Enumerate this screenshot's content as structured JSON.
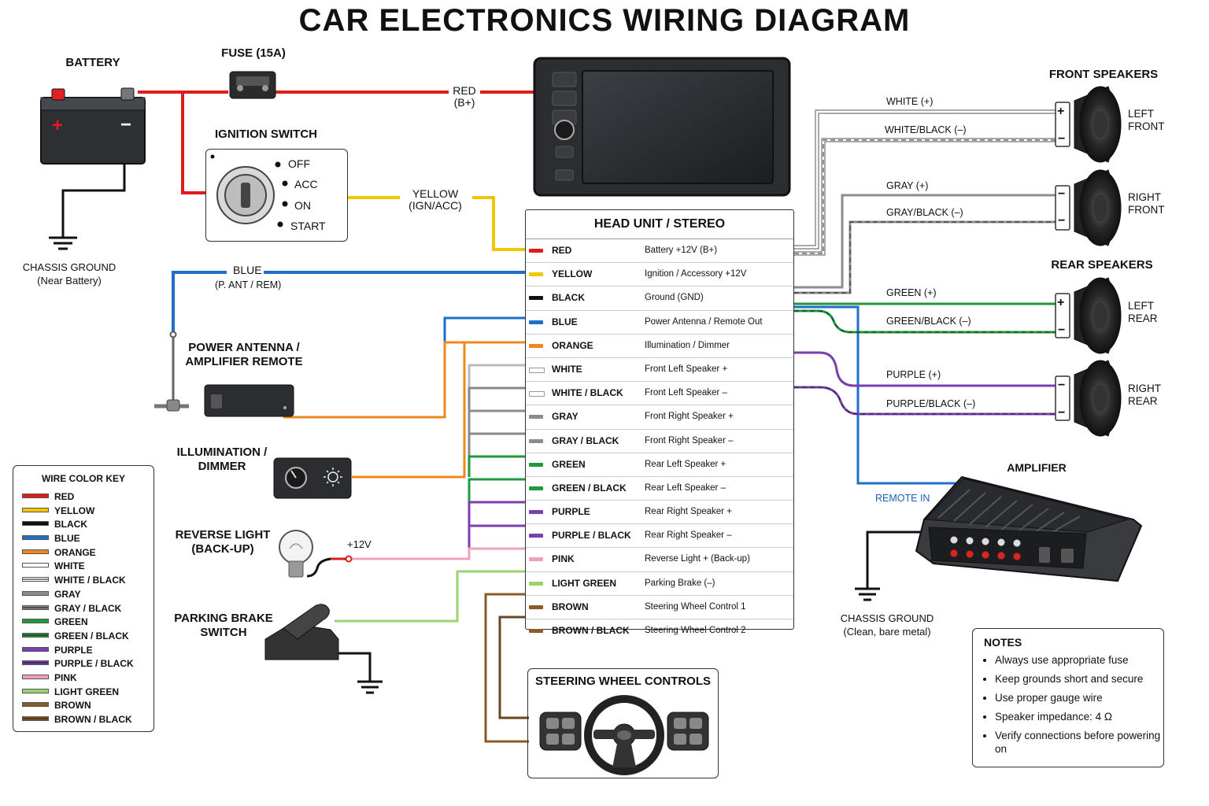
{
  "title": "CAR ELECTRONICS WIRING DIAGRAM",
  "colors": {
    "red": "#e01b1b",
    "yellow": "#f2c700",
    "black": "#111111",
    "blue": "#1f6fc9",
    "orange": "#f0871c",
    "white": "#ffffff",
    "gray": "#8c8c8c",
    "green": "#1f9a3a",
    "purple": "#7a3fae",
    "pink": "#f2a0bf",
    "light_green": "#99d46c",
    "brown": "#8a5a28"
  },
  "battery": {
    "label": "BATTERY",
    "plus": "+",
    "minus": "−"
  },
  "chassis_ground_1": {
    "label": "CHASSIS GROUND",
    "sub": "(Near Battery)"
  },
  "fuse": {
    "label": "FUSE (15A)"
  },
  "red_wire": {
    "label": "RED",
    "sub": "(B+)"
  },
  "ignition": {
    "label": "IGNITION SWITCH",
    "positions": [
      "OFF",
      "ACC",
      "ON",
      "START"
    ]
  },
  "yellow_wire": {
    "label": "YELLOW",
    "sub": "(IGN/ACC)"
  },
  "blue_wire": {
    "label": "BLUE",
    "sub": "(P. ANT / REM)"
  },
  "antenna": {
    "label_1": "POWER ANTENNA /",
    "label_2": "AMPLIFIER REMOTE"
  },
  "dimmer": {
    "label_1": "ILLUMINATION /",
    "label_2": "DIMMER"
  },
  "reverse": {
    "label_1": "REVERSE LIGHT",
    "label_2": "(BACK-UP)",
    "voltage": "+12V"
  },
  "parking": {
    "label_1": "PARKING BRAKE",
    "label_2": "SWITCH"
  },
  "head_unit": {
    "title": "HEAD UNIT / STEREO",
    "rows": [
      {
        "wire": "RED",
        "function": "Battery +12V (B+)",
        "color": "#e01b1b"
      },
      {
        "wire": "YELLOW",
        "function": "Ignition / Accessory +12V",
        "color": "#f2c700"
      },
      {
        "wire": "BLACK",
        "function": "Ground (GND)",
        "color": "#111111"
      },
      {
        "wire": "BLUE",
        "function": "Power Antenna / Remote Out",
        "color": "#1f6fc9"
      },
      {
        "wire": "ORANGE",
        "function": "Illumination / Dimmer",
        "color": "#f0871c"
      },
      {
        "wire": "WHITE",
        "function": "Front Left Speaker +",
        "color": "#ffffff"
      },
      {
        "wire": "WHITE / BLACK",
        "function": "Front Left Speaker –",
        "color": "#ffffff"
      },
      {
        "wire": "GRAY",
        "function": "Front Right Speaker +",
        "color": "#8c8c8c"
      },
      {
        "wire": "GRAY / BLACK",
        "function": "Front Right Speaker –",
        "color": "#8c8c8c"
      },
      {
        "wire": "GREEN",
        "function": "Rear Left Speaker +",
        "color": "#1f9a3a"
      },
      {
        "wire": "GREEN / BLACK",
        "function": "Rear Left Speaker –",
        "color": "#1f9a3a"
      },
      {
        "wire": "PURPLE",
        "function": "Rear Right Speaker +",
        "color": "#7a3fae"
      },
      {
        "wire": "PURPLE / BLACK",
        "function": "Rear Right Speaker –",
        "color": "#7a3fae"
      },
      {
        "wire": "PINK",
        "function": "Reverse Light + (Back-up)",
        "color": "#f2a0bf"
      },
      {
        "wire": "LIGHT GREEN",
        "function": "Parking Brake (–)",
        "color": "#99d46c"
      },
      {
        "wire": "BROWN",
        "function": "Steering Wheel Control 1",
        "color": "#8a5a28"
      },
      {
        "wire": "BROWN / BLACK",
        "function": "Steering Wheel Control 2",
        "color": "#8a5a28"
      }
    ]
  },
  "front_speakers": {
    "title": "FRONT SPEAKERS",
    "left": {
      "label_1": "LEFT",
      "label_2": "FRONT",
      "pos": "WHITE (+)",
      "neg": "WHITE/BLACK (–)"
    },
    "right": {
      "label_1": "RIGHT",
      "label_2": "FRONT",
      "pos": "GRAY (+)",
      "neg": "GRAY/BLACK (–)"
    }
  },
  "rear_speakers": {
    "title": "REAR SPEAKERS",
    "left": {
      "label_1": "LEFT",
      "label_2": "REAR",
      "pos": "GREEN (+)",
      "neg": "GREEN/BLACK (–)"
    },
    "right": {
      "label_1": "RIGHT",
      "label_2": "REAR",
      "pos": "PURPLE (+)",
      "neg": "PURPLE/BLACK (–)"
    }
  },
  "terminal_signs": {
    "plus": "+",
    "minus": "−"
  },
  "amplifier": {
    "label": "AMPLIFIER",
    "remote": "REMOTE IN"
  },
  "chassis_ground_2": {
    "label": "CHASSIS GROUND",
    "sub": "(Clean, bare metal)"
  },
  "steering": {
    "label": "STEERING WHEEL CONTROLS"
  },
  "key": {
    "title": "WIRE COLOR KEY",
    "items": [
      {
        "name": "RED",
        "color": "#e01b1b",
        "stripe": false
      },
      {
        "name": "YELLOW",
        "color": "#f2c700",
        "stripe": false
      },
      {
        "name": "BLACK",
        "color": "#111111",
        "stripe": false
      },
      {
        "name": "BLUE",
        "color": "#1f6fc9",
        "stripe": false
      },
      {
        "name": "ORANGE",
        "color": "#f0871c",
        "stripe": false
      },
      {
        "name": "WHITE",
        "color": "#ffffff",
        "stripe": false
      },
      {
        "name": "WHITE / BLACK",
        "color": "#ffffff",
        "stripe": true
      },
      {
        "name": "GRAY",
        "color": "#8c8c8c",
        "stripe": false
      },
      {
        "name": "GRAY / BLACK",
        "color": "#8c8c8c",
        "stripe": true
      },
      {
        "name": "GREEN",
        "color": "#1f9a3a",
        "stripe": false
      },
      {
        "name": "GREEN / BLACK",
        "color": "#1f9a3a",
        "stripe": true
      },
      {
        "name": "PURPLE",
        "color": "#7a3fae",
        "stripe": false
      },
      {
        "name": "PURPLE / BLACK",
        "color": "#7a3fae",
        "stripe": true
      },
      {
        "name": "PINK",
        "color": "#f2a0bf",
        "stripe": false
      },
      {
        "name": "LIGHT GREEN",
        "color": "#99d46c",
        "stripe": false
      },
      {
        "name": "BROWN",
        "color": "#8a5a28",
        "stripe": false
      },
      {
        "name": "BROWN / BLACK",
        "color": "#8a5a28",
        "stripe": true
      }
    ]
  },
  "notes": {
    "title": "NOTES",
    "items": [
      "Always use appropriate fuse",
      "Keep grounds short and secure",
      "Use proper gauge wire",
      "Speaker impedance: 4 Ω",
      "Verify connections before powering on"
    ]
  }
}
